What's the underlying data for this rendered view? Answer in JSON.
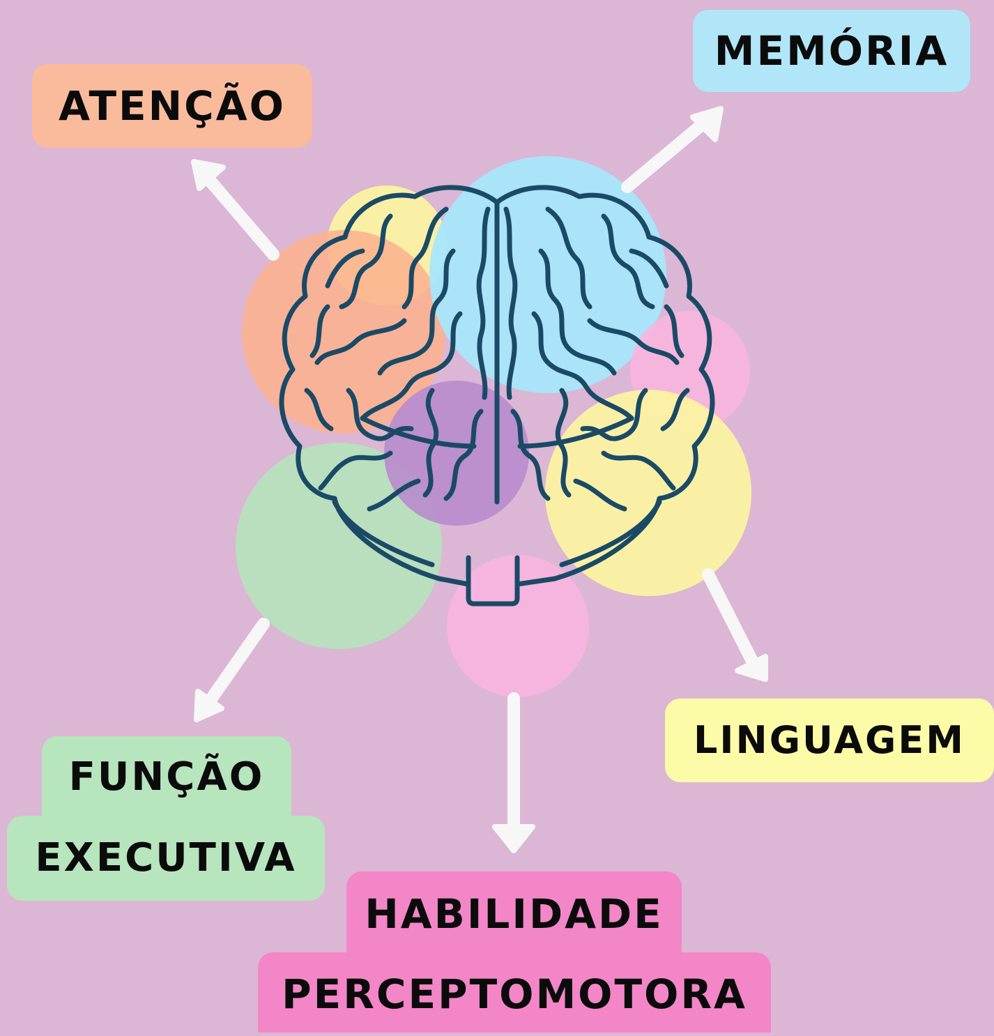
{
  "labels": {
    "atencao": "ATENÇÃO",
    "memoria": "MEMÓRIA",
    "linguagem": "LINGUAGEM",
    "funcao_line1": "FUNÇÃO",
    "funcao_line2": "EXECUTIVA",
    "habilidade_line1": "HABILIDADE",
    "habilidade_line2": "PERCEPTOMOTORA"
  },
  "colors": {
    "background": "#dcb6d5",
    "atencao": "#fabb9c",
    "memoria": "#b0e6f8",
    "linguagem": "#fcfba8",
    "funcao_executiva": "#b7e5bd",
    "habilidade_perceptomotora": "#f386c7",
    "violet": "#b98ccd",
    "arrow": "#f7f7f7",
    "brain_outline": "#1a4a66"
  }
}
